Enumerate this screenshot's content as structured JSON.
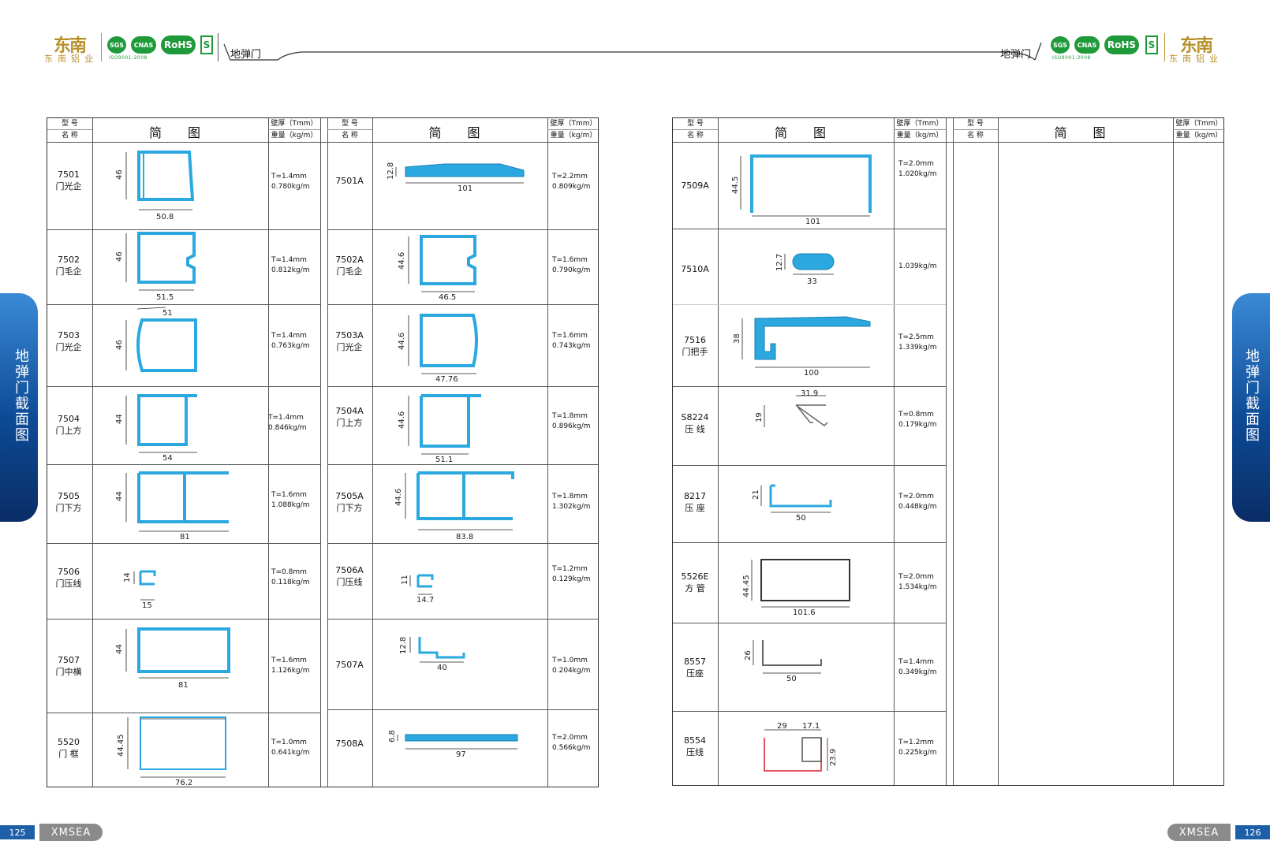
{
  "header": {
    "left": {
      "logo_mark": "东南",
      "company": "东南铝业",
      "iso": "ISO9001:2008",
      "rohs": "RoHS",
      "q_badge": "S",
      "title": "地弹门"
    },
    "right": {
      "logo_mark": "东南",
      "company": "东南铝业",
      "iso": "ISO9001:2008",
      "rohs": "RoHS",
      "q_badge": "S",
      "title": "地弹门"
    }
  },
  "side_tab": {
    "text": "地弹门截面图"
  },
  "table_headers": {
    "model": "型 号",
    "name": "名 称",
    "diagram": "简 图",
    "thickness": "壁厚（Tmm）",
    "weight": "重量（kg/m）"
  },
  "left_page": {
    "col1": [
      {
        "model": "7501",
        "name": "门光企",
        "t": "T=1.4mm",
        "w": "0.780kg/m",
        "dims": [
          "46",
          "50.8"
        ]
      },
      {
        "model": "7502",
        "name": "门毛企",
        "t": "T=1.4mm",
        "w": "0.812kg/m",
        "dims": [
          "46",
          "51.5"
        ]
      },
      {
        "model": "7503",
        "name": "门光企",
        "t": "T=1.4mm",
        "w": "0.763kg/m",
        "dims": [
          "46",
          "51"
        ]
      },
      {
        "model": "7504",
        "name": "门上方",
        "t": "T=1.4mm",
        "w": "0.846kg/m",
        "dims": [
          "44",
          "54"
        ]
      },
      {
        "model": "7505",
        "name": "门下方",
        "t": "T=1.6mm",
        "w": "1.088kg/m",
        "dims": [
          "44",
          "81"
        ]
      },
      {
        "model": "7506",
        "name": "门压线",
        "t": "T=0.8mm",
        "w": "0.118kg/m",
        "dims": [
          "14",
          "15"
        ]
      },
      {
        "model": "7507",
        "name": "门中横",
        "t": "T=1.6mm",
        "w": "1.126kg/m",
        "dims": [
          "44",
          "81"
        ]
      },
      {
        "model": "5520",
        "name": "门 框",
        "t": "T=1.0mm",
        "w": "0.641kg/m",
        "dims": [
          "44.45",
          "76.2"
        ]
      }
    ],
    "col2": [
      {
        "model": "7501A",
        "name": "",
        "t": "T=2.2mm",
        "w": "0.809kg/m",
        "dims": [
          "12.8",
          "101"
        ]
      },
      {
        "model": "7502A",
        "name": "门毛企",
        "t": "T=1.6mm",
        "w": "0.790kg/m",
        "dims": [
          "44.6",
          "46.5"
        ]
      },
      {
        "model": "7503A",
        "name": "门光企",
        "t": "T=1.6mm",
        "w": "0.743kg/m",
        "dims": [
          "44.6",
          "47.76"
        ]
      },
      {
        "model": "7504A",
        "name": "门上方",
        "t": "T=1.8mm",
        "w": "0.896kg/m",
        "dims": [
          "44.6",
          "51.1"
        ]
      },
      {
        "model": "7505A",
        "name": "门下方",
        "t": "T=1.8mm",
        "w": "1.302kg/m",
        "dims": [
          "44.6",
          "83.8"
        ]
      },
      {
        "model": "7506A",
        "name": "门压线",
        "t": "T=1.2mm",
        "w": "0.129kg/m",
        "dims": [
          "11",
          "14.7"
        ]
      },
      {
        "model": "7507A",
        "name": "",
        "t": "T=1.0mm",
        "w": "0.204kg/m",
        "dims": [
          "12.8",
          "40"
        ]
      },
      {
        "model": "7508A",
        "name": "",
        "t": "T=2.0mm",
        "w": "0.566kg/m",
        "dims": [
          "6.8",
          "97"
        ]
      }
    ]
  },
  "right_page": {
    "col1": [
      {
        "model": "7509A",
        "name": "",
        "t": "T=2.0mm",
        "w": "1.020kg/m",
        "dims": [
          "44.5",
          "101"
        ]
      },
      {
        "model": "7510A",
        "name": "",
        "t": "",
        "w": "1.039kg/m",
        "dims": [
          "12.7",
          "33"
        ]
      },
      {
        "model": "7516",
        "name": "门把手",
        "t": "T=2.5mm",
        "w": "1.339kg/m",
        "dims": [
          "38",
          "100"
        ]
      },
      {
        "model": "S8224",
        "name": "压 线",
        "t": "T=0.8mm",
        "w": "0.179kg/m",
        "dims": [
          "19",
          "31.9"
        ]
      },
      {
        "model": "8217",
        "name": "压 座",
        "t": "T=2.0mm",
        "w": "0.448kg/m",
        "dims": [
          "21",
          "50"
        ]
      },
      {
        "model": "5526E",
        "name": "方 管",
        "t": "T=2.0mm",
        "w": "1.534kg/m",
        "dims": [
          "44.45",
          "101.6"
        ]
      },
      {
        "model": "8557",
        "name": "压座",
        "t": "T=1.4mm",
        "w": "0.349kg/m",
        "dims": [
          "26",
          "50"
        ]
      },
      {
        "model": "8554",
        "name": "压线",
        "t": "T=1.2mm",
        "w": "0.225kg/m",
        "dims": [
          "29",
          "17.1",
          "23.9"
        ]
      }
    ]
  },
  "footer": {
    "left_page_number": "125",
    "right_page_number": "126",
    "brand": "XMSEA"
  },
  "colors": {
    "profile_fill": "#2aa8df",
    "profile_alt": "#e0404a",
    "side_tab": "#0d4a95",
    "footer_blue": "#1f5fa8",
    "footer_gray": "#8a8a8a",
    "logo_gold": "#b8902a",
    "cert_green": "#1f9a3a"
  }
}
